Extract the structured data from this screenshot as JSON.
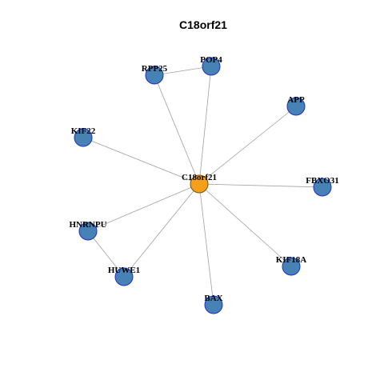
{
  "title": "C18orf21",
  "colors": {
    "center_fill": "#F5A01A",
    "center_stroke": "#7a4f00",
    "node_fill": "#4682B4",
    "node_stroke": "#1c2fd0",
    "edge": "#a0a0a0"
  },
  "nodes": [
    {
      "id": "C18orf21",
      "role": "center"
    },
    {
      "id": "POP4",
      "role": "neighbor"
    },
    {
      "id": "RPP25",
      "role": "neighbor"
    },
    {
      "id": "APP",
      "role": "neighbor"
    },
    {
      "id": "KIF22",
      "role": "neighbor"
    },
    {
      "id": "FBXO31",
      "role": "neighbor"
    },
    {
      "id": "HNRNPU",
      "role": "neighbor"
    },
    {
      "id": "KIF18A",
      "role": "neighbor"
    },
    {
      "id": "HUWE1",
      "role": "neighbor"
    },
    {
      "id": "BAX",
      "role": "neighbor"
    }
  ],
  "edges": [
    [
      "C18orf21",
      "POP4"
    ],
    [
      "C18orf21",
      "RPP25"
    ],
    [
      "C18orf21",
      "APP"
    ],
    [
      "C18orf21",
      "KIF22"
    ],
    [
      "C18orf21",
      "FBXO31"
    ],
    [
      "C18orf21",
      "HNRNPU"
    ],
    [
      "C18orf21",
      "KIF18A"
    ],
    [
      "C18orf21",
      "HUWE1"
    ],
    [
      "C18orf21",
      "BAX"
    ],
    [
      "POP4",
      "RPP25"
    ],
    [
      "HNRNPU",
      "HUWE1"
    ]
  ]
}
